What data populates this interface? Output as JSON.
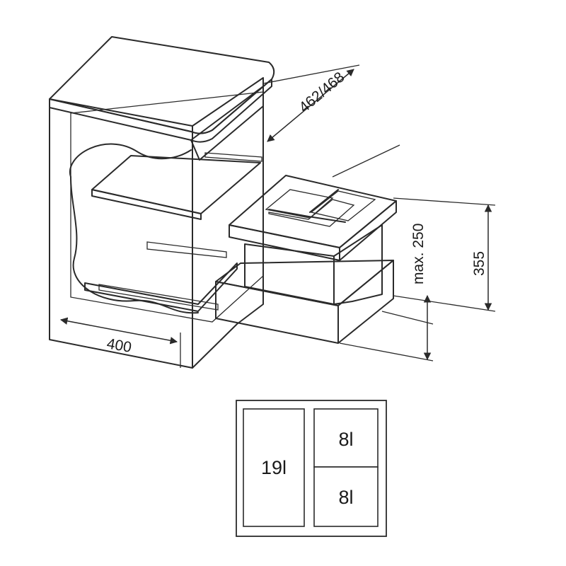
{
  "dimensions": {
    "depth": "462/468",
    "width": "400",
    "min_height": "max. 250",
    "height": "355"
  },
  "compartments": {
    "large": "19l",
    "small_top": "8l",
    "small_bottom": "8l"
  },
  "colors": {
    "line": "#2a2a2a",
    "cabinet": "#e6e6e6",
    "worktop": "#d4d4d4",
    "bin": "#cfcfcf",
    "bin_rim": "#9a9a9a",
    "frame": "#efefef"
  }
}
